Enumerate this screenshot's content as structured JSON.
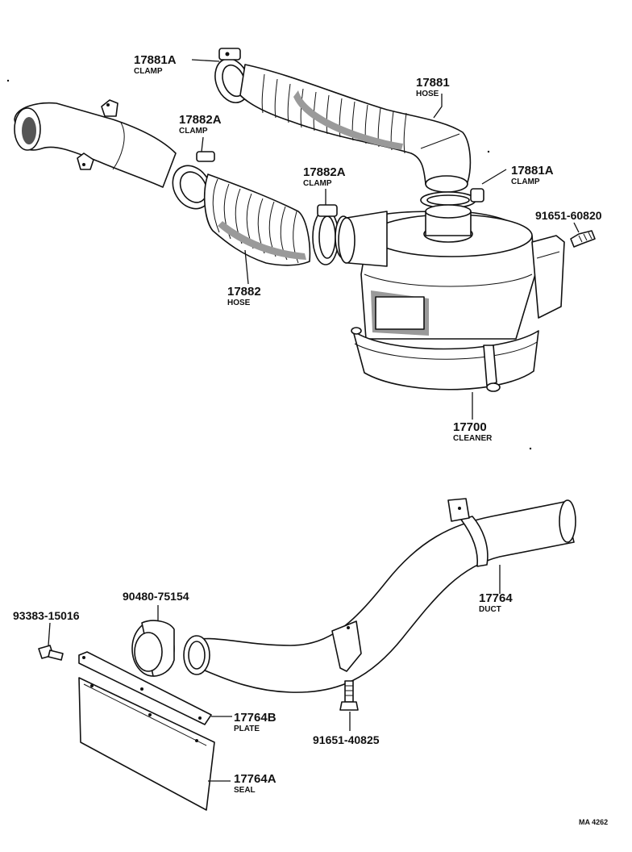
{
  "labels": [
    {
      "key": "clamp_17881a_top",
      "part_no": "17881A",
      "name": "CLAMP"
    },
    {
      "key": "hose_17881",
      "part_no": "17881",
      "name": "HOSE"
    },
    {
      "key": "clamp_17882a_left",
      "part_no": "17882A",
      "name": "CLAMP"
    },
    {
      "key": "clamp_17882a_mid",
      "part_no": "17882A",
      "name": "CLAMP"
    },
    {
      "key": "clamp_17881a_right",
      "part_no": "17881A",
      "name": "CLAMP"
    },
    {
      "key": "bolt_91651_60820",
      "part_no": "91651-60820",
      "name": ""
    },
    {
      "key": "hose_17882",
      "part_no": "17882",
      "name": "HOSE"
    },
    {
      "key": "cleaner_17700",
      "part_no": "17700",
      "name": "CLEANER"
    },
    {
      "key": "ring_90480_75154",
      "part_no": "90480-75154",
      "name": ""
    },
    {
      "key": "duct_17764",
      "part_no": "17764",
      "name": "DUCT"
    },
    {
      "key": "bolt_93383_15016",
      "part_no": "93383-15016",
      "name": ""
    },
    {
      "key": "plate_17764b",
      "part_no": "17764B",
      "name": "PLATE"
    },
    {
      "key": "bolt_91651_40825",
      "part_no": "91651-40825",
      "name": ""
    },
    {
      "key": "seal_17764a",
      "part_no": "17764A",
      "name": "SEAL"
    }
  ],
  "reference": "MA 4262"
}
